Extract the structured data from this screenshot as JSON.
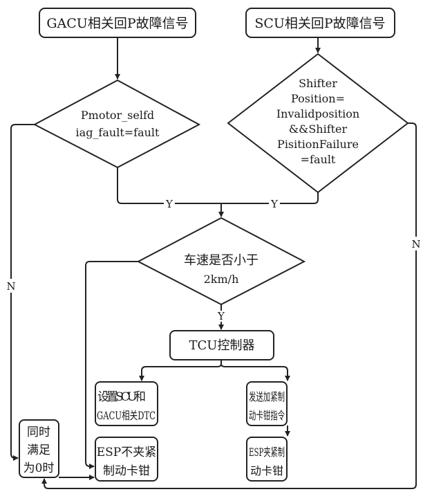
{
  "diagram": {
    "type": "flowchart",
    "nodes": {
      "gacu_signal": {
        "lines": [
          "GACU相关回P故障信号"
        ]
      },
      "scu_signal": {
        "lines": [
          "SCU相关回P故障信号"
        ]
      },
      "gacu_condition": {
        "lines": [
          "Pmotor_selfd",
          "iag_fault=fault"
        ]
      },
      "scu_condition": {
        "lines": [
          "Shifter",
          "Position=",
          "Invalidposition",
          "&&Shifter",
          "PisitionFailure",
          "=fault"
        ]
      },
      "speed_check": {
        "lines": [
          "车速是否小于",
          "2km/h"
        ]
      },
      "tcu": {
        "lines": [
          "TCU控制器"
        ]
      },
      "set_dtc": {
        "lines": [
          "设置SCU和",
          "GACU相关DTC"
        ]
      },
      "send_clamp": {
        "lines": [
          "发送加紧制",
          "动卡钳指令"
        ]
      },
      "both_zero": {
        "lines": [
          "同时",
          "满足",
          "为0时"
        ]
      },
      "esp_no_clamp": {
        "lines": [
          "ESP不夹紧",
          "制动卡钳"
        ]
      },
      "esp_clamp": {
        "lines": [
          "ESP夹紧制",
          "动卡钳"
        ]
      }
    },
    "edge_labels": {
      "gacu_yes": "Y",
      "scu_yes": "Y",
      "speed_yes": "Y",
      "gacu_no": "N",
      "scu_no": "N"
    }
  }
}
